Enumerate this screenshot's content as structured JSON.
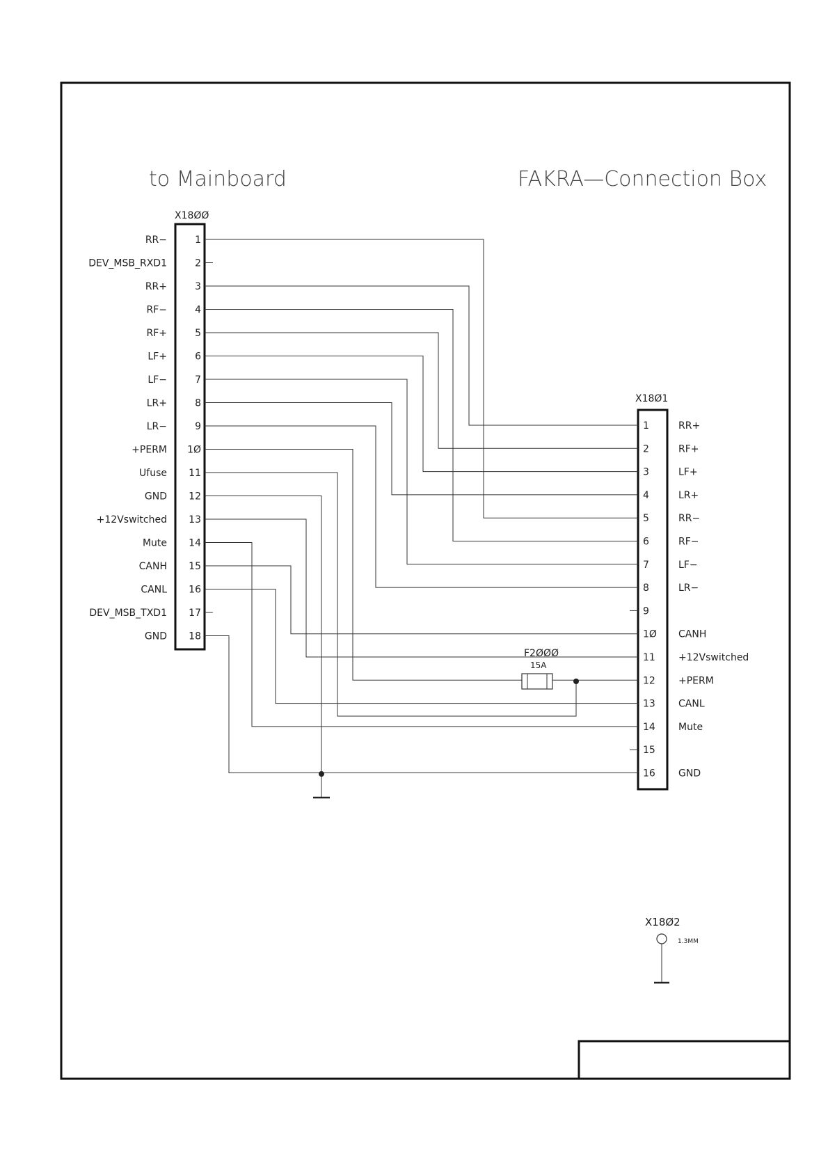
{
  "titles": {
    "left": "to Mainboard",
    "right": "FAKRA—Connection Box"
  },
  "x1800": {
    "name": "X18ØØ",
    "pins": [
      {
        "num": "1",
        "label": "RR−"
      },
      {
        "num": "2",
        "label": "DEV_MSB_RXD1"
      },
      {
        "num": "3",
        "label": "RR+"
      },
      {
        "num": "4",
        "label": "RF−"
      },
      {
        "num": "5",
        "label": "RF+"
      },
      {
        "num": "6",
        "label": "LF+"
      },
      {
        "num": "7",
        "label": "LF−"
      },
      {
        "num": "8",
        "label": "LR+"
      },
      {
        "num": "9",
        "label": "LR−"
      },
      {
        "num": "1Ø",
        "label": "+PERM"
      },
      {
        "num": "11",
        "label": "Ufuse"
      },
      {
        "num": "12",
        "label": "GND"
      },
      {
        "num": "13",
        "label": "+12Vswitched"
      },
      {
        "num": "14",
        "label": "Mute"
      },
      {
        "num": "15",
        "label": "CANH"
      },
      {
        "num": "16",
        "label": "CANL"
      },
      {
        "num": "17",
        "label": "DEV_MSB_TXD1"
      },
      {
        "num": "18",
        "label": "GND"
      }
    ]
  },
  "x1801": {
    "name": "X18Ø1",
    "pins": [
      {
        "num": "1",
        "label": "RR+"
      },
      {
        "num": "2",
        "label": "RF+"
      },
      {
        "num": "3",
        "label": "LF+"
      },
      {
        "num": "4",
        "label": "LR+"
      },
      {
        "num": "5",
        "label": "RR−"
      },
      {
        "num": "6",
        "label": "RF−"
      },
      {
        "num": "7",
        "label": "LF−"
      },
      {
        "num": "8",
        "label": "LR−"
      },
      {
        "num": "9",
        "label": ""
      },
      {
        "num": "1Ø",
        "label": "CANH"
      },
      {
        "num": "11",
        "label": "+12Vswitched"
      },
      {
        "num": "12",
        "label": "+PERM"
      },
      {
        "num": "13",
        "label": "CANL"
      },
      {
        "num": "14",
        "label": "Mute"
      },
      {
        "num": "15",
        "label": ""
      },
      {
        "num": "16",
        "label": "GND"
      }
    ]
  },
  "fuse": {
    "name": "F2ØØØ",
    "rating": "15A"
  },
  "x1802": {
    "name": "X18Ø2",
    "size": "1.3MM"
  }
}
